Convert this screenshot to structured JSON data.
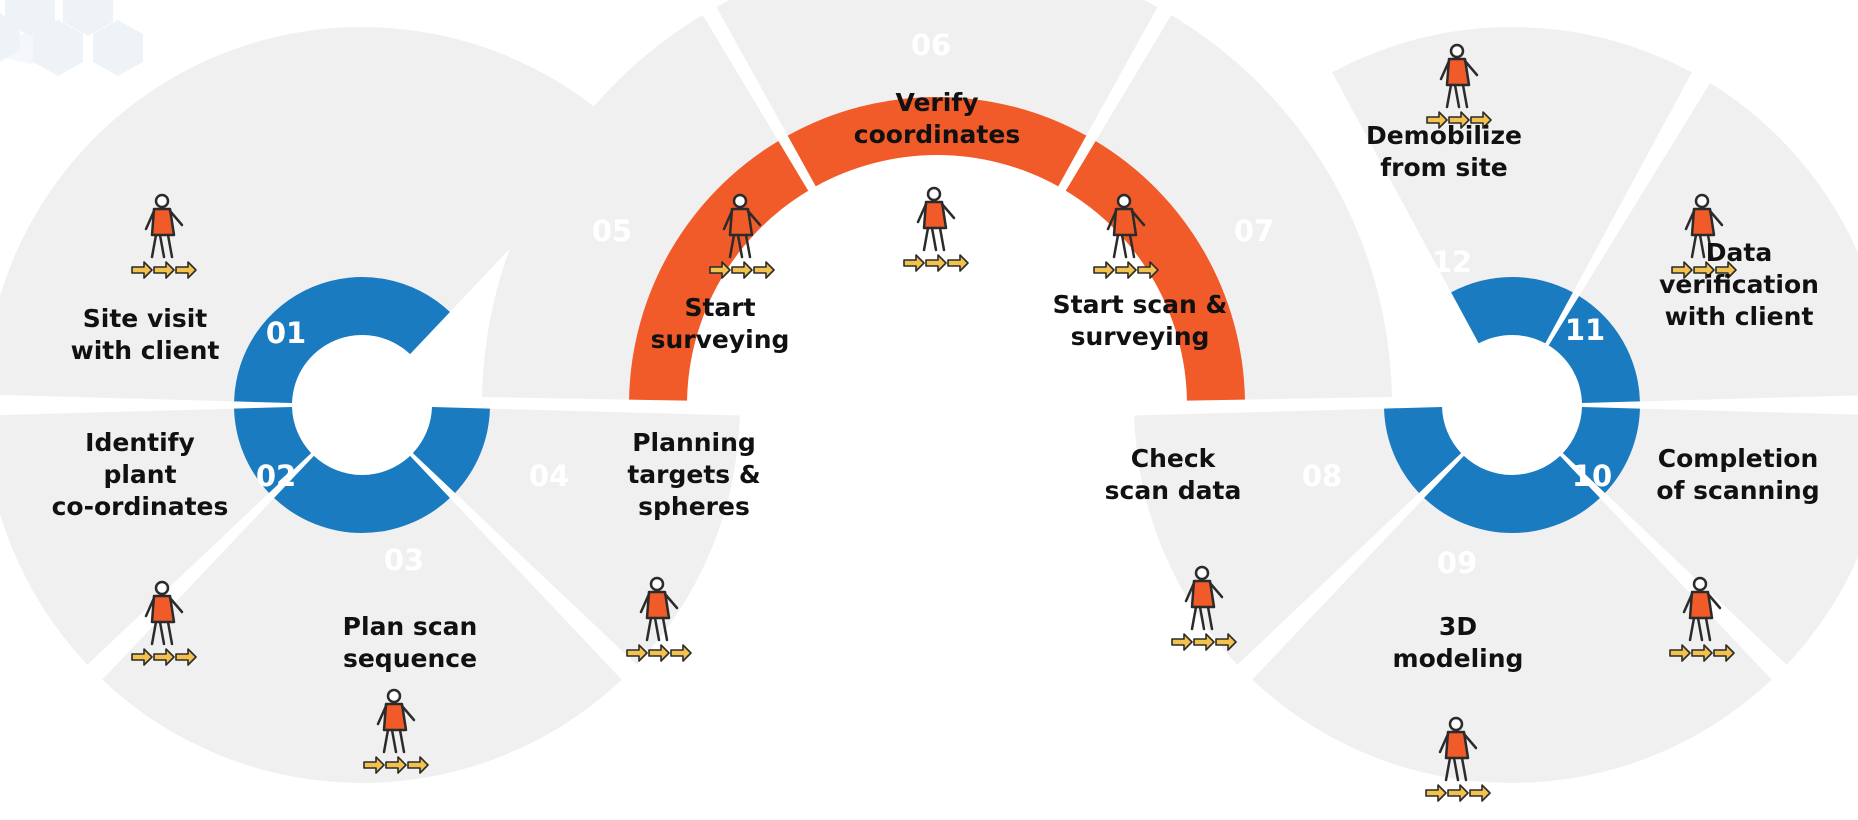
{
  "colors": {
    "segment": "#f1f0f0",
    "blue_band": "#1a7bc1",
    "orange_band": "#f15a29",
    "number_text": "#ffffff",
    "label_text": "#111111",
    "figure_body": "#f15a29",
    "arrow_fill": "#f2c14e"
  },
  "steps": [
    {
      "num": "01",
      "lines": [
        "Site visit",
        "with client"
      ]
    },
    {
      "num": "02",
      "lines": [
        "Identify",
        "plant",
        "co-ordinates"
      ]
    },
    {
      "num": "03",
      "lines": [
        "Plan scan",
        "sequence"
      ]
    },
    {
      "num": "04",
      "lines": [
        "Planning",
        "targets &",
        "spheres"
      ]
    },
    {
      "num": "05",
      "lines": [
        "Start",
        "surveying"
      ]
    },
    {
      "num": "06",
      "lines": [
        "Verify",
        "coordinates"
      ]
    },
    {
      "num": "07",
      "lines": [
        "Start scan &",
        "surveying"
      ]
    },
    {
      "num": "08",
      "lines": [
        "Check",
        "scan data"
      ]
    },
    {
      "num": "09",
      "lines": [
        "3D",
        "modeling"
      ]
    },
    {
      "num": "10",
      "lines": [
        "Completion",
        "of scanning"
      ]
    },
    {
      "num": "11",
      "lines": [
        "Data",
        "verification",
        "with client"
      ]
    },
    {
      "num": "12",
      "lines": [
        "Demobilize",
        "from site"
      ]
    }
  ],
  "icons": {
    "person": "walking-person-icon",
    "arrows": "arrow-right-icon"
  }
}
